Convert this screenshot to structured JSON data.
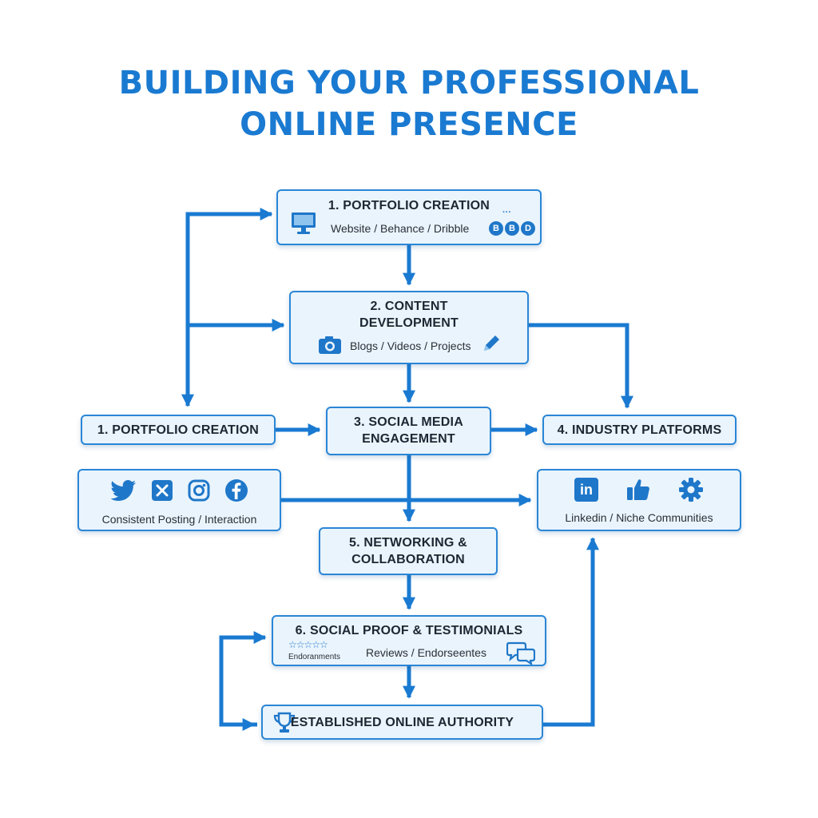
{
  "title": {
    "line1": "BUILDING YOUR PROFESSIONAL",
    "line2": "ONLINE PRESENCE"
  },
  "colors": {
    "accent": "#1a7ad1",
    "box_fill": "#eaf4fc",
    "box_border": "#2a86d6",
    "icon_blue": "#1f77c9"
  },
  "nodes": {
    "portfolio_top": {
      "label": "1. PORTFOLIO CREATION",
      "sub": "Website / Behance / Dribble",
      "badges": [
        "B",
        "B",
        "D"
      ],
      "badge_top": "···",
      "icon": "monitor-icon"
    },
    "content": {
      "label_line1": "2. CONTENT",
      "label_line2": "DEVELOPMENT",
      "sub": "Blogs / Videos / Projects",
      "icons": [
        "camera-icon",
        "pencil-icon"
      ]
    },
    "portfolio_left": {
      "label": "1. PORTFOLIO CREATION"
    },
    "social": {
      "label_line1": "3. SOCIAL MEDIA",
      "label_line2": "ENGAGEMENT"
    },
    "industry": {
      "label": "4. INDUSTRY PLATFORMS"
    },
    "social_icons": {
      "sub": "Consistent Posting / Interaction",
      "icons": [
        "twitter-icon",
        "x-icon",
        "instagram-icon",
        "facebook-icon"
      ]
    },
    "linkedin": {
      "sub": "Linkedin / Niche Communities",
      "linkedin_text": "in",
      "icons": [
        "linkedin-icon",
        "thumbs-up-icon",
        "gear-icon"
      ]
    },
    "networking": {
      "label_line1": "5. NETWORKING &",
      "label_line2": "COLLABORATION"
    },
    "proof": {
      "label": "6. SOCIAL PROOF & TESTIMONIALS",
      "stars": "☆☆☆☆☆",
      "stars_caption": "Endoranments",
      "sub": "Reviews / Endorseentes",
      "icons": [
        "star-rating-icon",
        "chat-bubbles-icon"
      ]
    },
    "authority": {
      "label": "ESTABLISHED ONLINE AUTHORITY",
      "icon": "trophy-icon"
    }
  }
}
